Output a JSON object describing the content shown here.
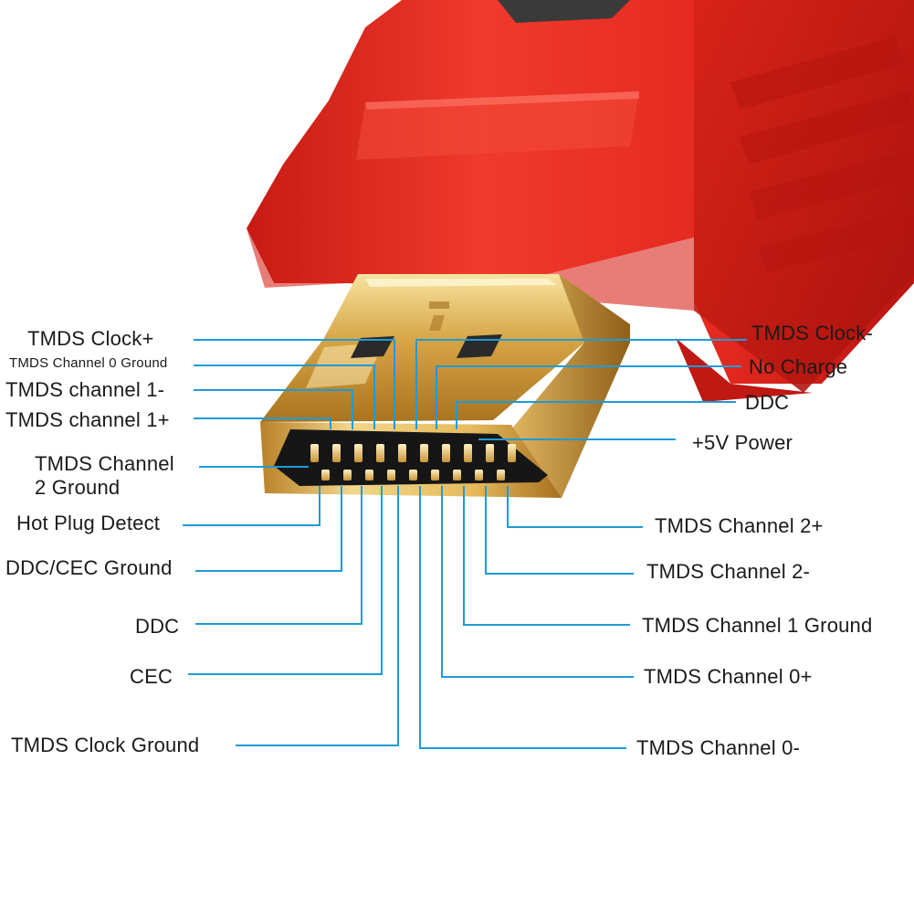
{
  "diagram": {
    "colors": {
      "leader_line": "#1e9bd7",
      "plug_body": "#e8281f",
      "gold_contact": "#d8a640",
      "label_text": "#1a1a1a"
    },
    "left_labels": [
      {
        "id": "tmds-clock-plus",
        "text": "TMDS Clock+"
      },
      {
        "id": "tmds-channel-0-ground",
        "text": "TMDS Channel 0 Ground"
      },
      {
        "id": "tmds-channel-1-minus",
        "text": "TMDS channel 1-"
      },
      {
        "id": "tmds-channel-1-plus",
        "text": "TMDS channel 1+"
      },
      {
        "id": "tmds-channel-2-ground-line1",
        "text": "TMDS Channel"
      },
      {
        "id": "tmds-channel-2-ground-line2",
        "text": "2 Ground"
      },
      {
        "id": "hot-plug-detect",
        "text": "Hot Plug Detect"
      },
      {
        "id": "ddc-cec-ground",
        "text": "DDC/CEC Ground"
      },
      {
        "id": "ddc-left",
        "text": "DDC"
      },
      {
        "id": "cec",
        "text": "CEC"
      },
      {
        "id": "tmds-clock-ground",
        "text": "TMDS Clock Ground"
      }
    ],
    "right_labels": [
      {
        "id": "tmds-clock-minus",
        "text": "TMDS Clock-"
      },
      {
        "id": "no-charge",
        "text": "No Charge"
      },
      {
        "id": "ddc-right",
        "text": "DDC"
      },
      {
        "id": "plus-5v-power",
        "text": "+5V Power"
      },
      {
        "id": "tmds-channel-2-plus",
        "text": "TMDS Channel 2+"
      },
      {
        "id": "tmds-channel-2-minus",
        "text": "TMDS Channel 2-"
      },
      {
        "id": "tmds-channel-1-ground",
        "text": "TMDS Channel 1 Ground"
      },
      {
        "id": "tmds-channel-0-plus",
        "text": "TMDS Channel 0+"
      },
      {
        "id": "tmds-channel-0-minus",
        "text": "TMDS Channel 0-"
      }
    ]
  }
}
